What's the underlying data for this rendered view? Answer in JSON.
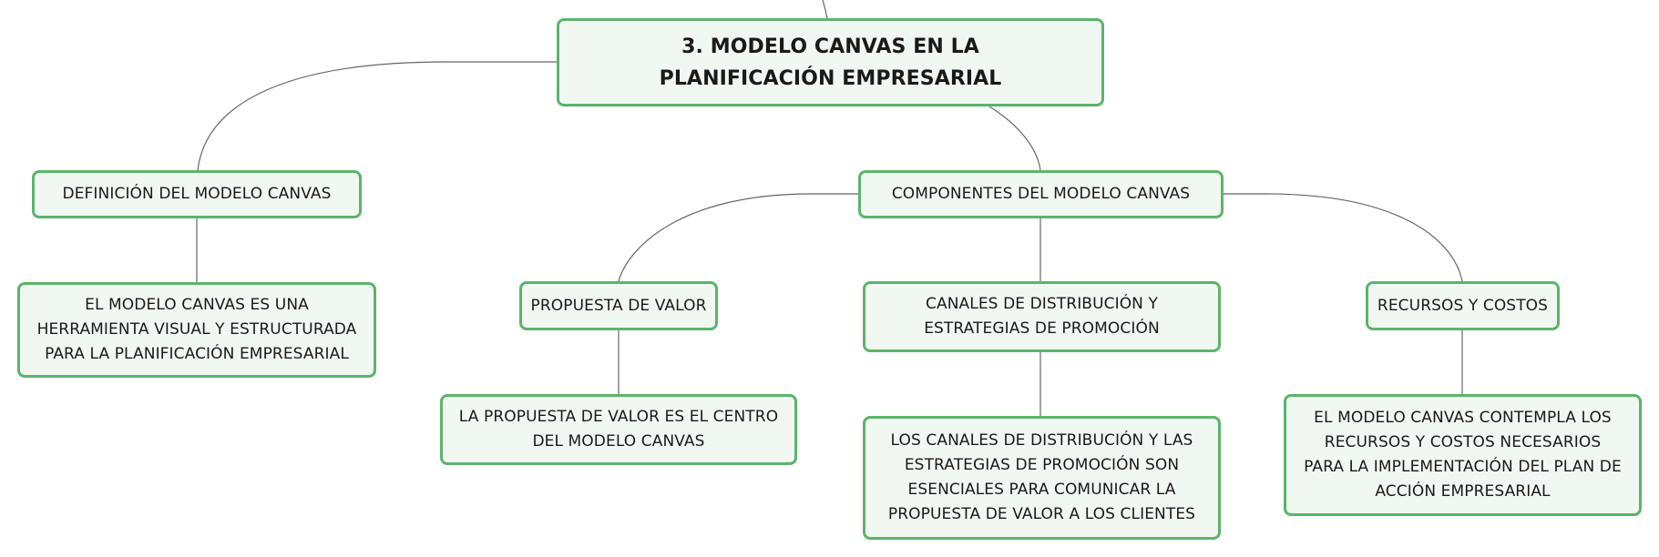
{
  "theme": {
    "node_border": "#5ab56b",
    "node_fill": "#f1f8f2",
    "connector": "#666666",
    "text": "#1a1a1a"
  },
  "mindmap": {
    "root": {
      "label": "3. MODELO CANVAS EN LA PLANIFICACIÓN EMPRESARIAL"
    },
    "definicion": {
      "label": "DEFINICIÓN DEL MODELO CANVAS",
      "detail": "EL MODELO CANVAS ES UNA HERRAMIENTA VISUAL Y ESTRUCTURADA PARA LA PLANIFICACIÓN EMPRESARIAL"
    },
    "componentes": {
      "label": "COMPONENTES DEL MODELO CANVAS",
      "propuesta": {
        "label": "PROPUESTA DE VALOR",
        "detail": "LA PROPUESTA DE VALOR ES EL CENTRO DEL MODELO CANVAS"
      },
      "canales": {
        "label": "CANALES DE DISTRIBUCIÓN Y ESTRATEGIAS DE PROMOCIÓN",
        "detail": "LOS CANALES DE DISTRIBUCIÓN Y LAS ESTRATEGIAS DE PROMOCIÓN SON ESENCIALES PARA COMUNICAR LA PROPUESTA DE VALOR A LOS CLIENTES"
      },
      "recursos": {
        "label": "RECURSOS Y COSTOS",
        "detail": "EL MODELO CANVAS CONTEMPLA LOS RECURSOS Y COSTOS NECESARIOS PARA LA IMPLEMENTACIÓN DEL PLAN DE ACCIÓN EMPRESARIAL"
      }
    }
  }
}
